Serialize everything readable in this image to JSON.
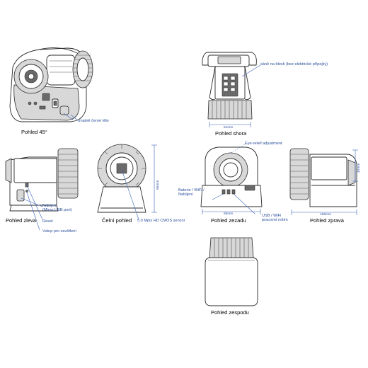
{
  "views": {
    "angle45": "Pohled 45°",
    "top": "Pohled shora",
    "left": "Pohled zleva",
    "front": "Čelní pohled",
    "rear": "Pohled zezadu",
    "right": "Pohled zprava",
    "bottom": "Pohled zespodu"
  },
  "callouts": {
    "matte_body": "matně černé tělo",
    "flash_shoe": "sáně na blesk (bez elektrické přípojky)",
    "eye_relief": "Eye-relief adjustment",
    "charging_line1": "Nabíjení",
    "charging_line2": "(Micro USB port)",
    "reset": "Reset",
    "illumination_input": "Vstup pro osvětlení",
    "sensor": "5.0 Mpix HD CMOS senzor",
    "battery_line1": "Baterie / WiFi /",
    "battery_line2": "Nabíjení",
    "usb_line1": "USB / WiFi",
    "usb_line2": "pracovní režim"
  },
  "dimensions": {
    "top_width": "61mm",
    "front_height": "56mm",
    "rear_width": "85mm",
    "right_height": "40mm",
    "right_width": "105mm"
  },
  "colors": {
    "line": "#2b2b2b",
    "callout_blue": "#2a4f9c",
    "background": "#ffffff"
  }
}
